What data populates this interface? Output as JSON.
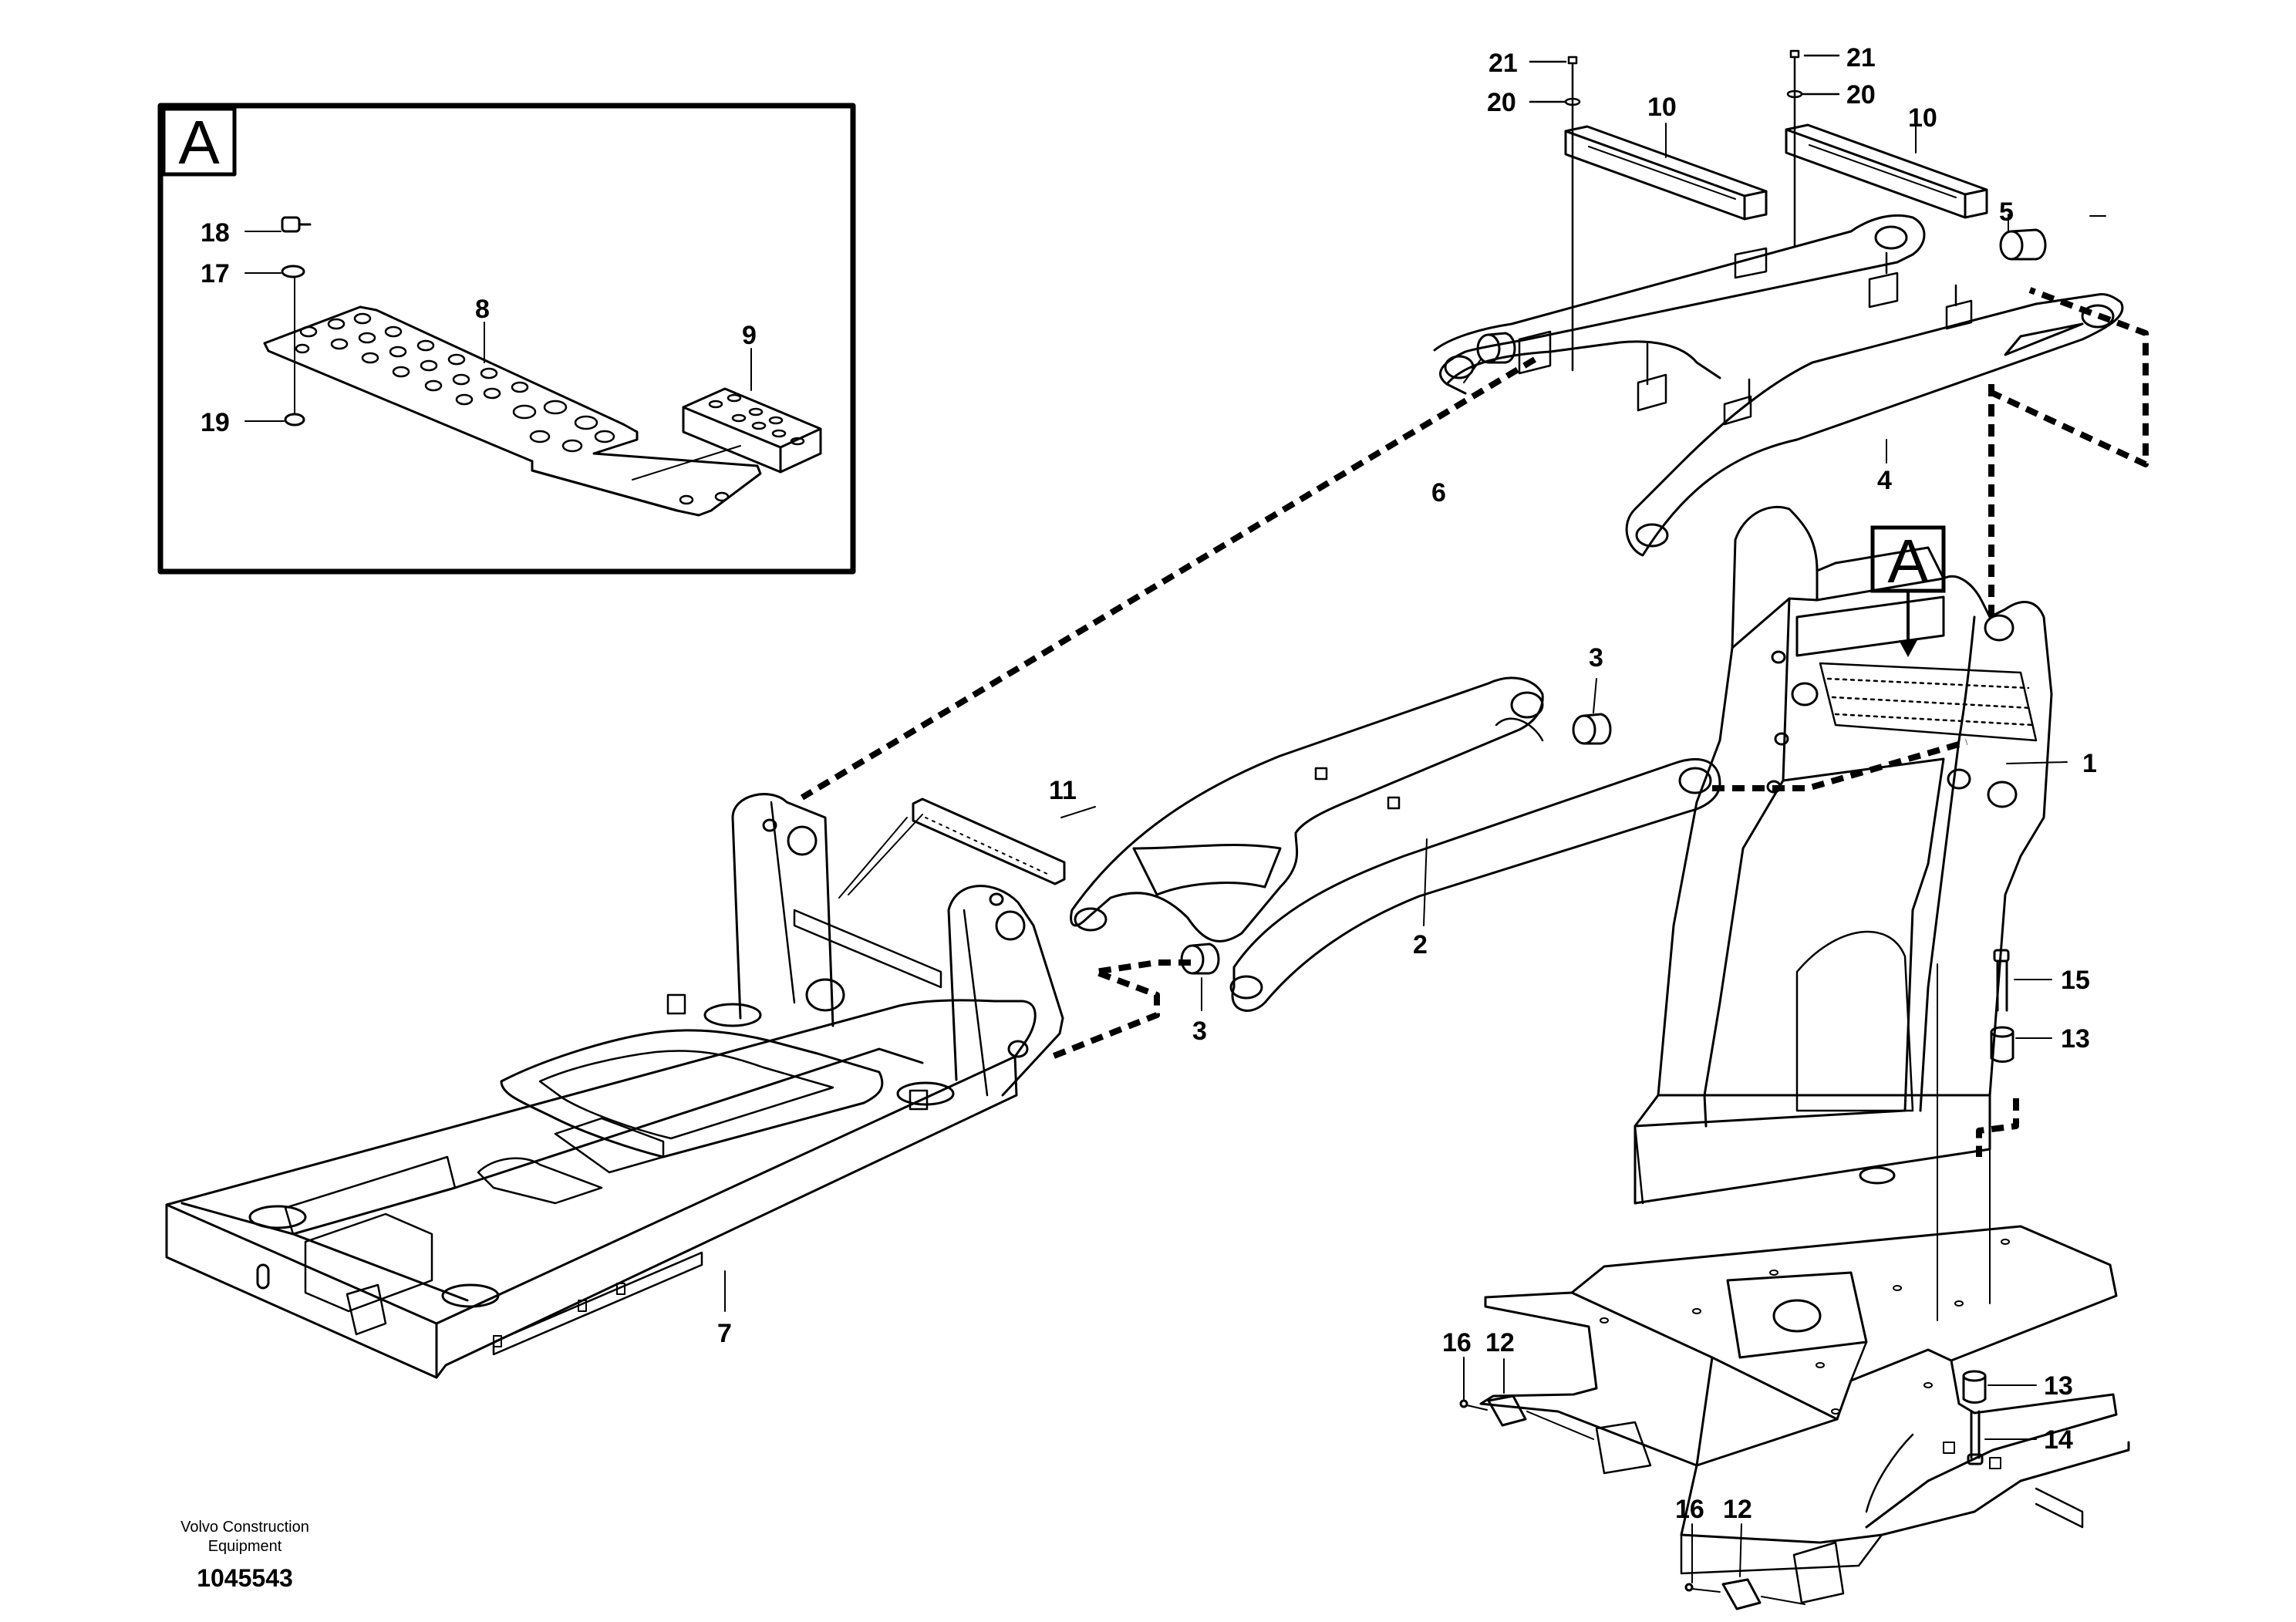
{
  "callouts": {
    "c1": "1",
    "c2": "2",
    "c3a": "3",
    "c3b": "3",
    "c4": "4",
    "c5": "5",
    "c6": "6",
    "c7": "7",
    "c8": "8",
    "c9": "9",
    "c10a": "10",
    "c10b": "10",
    "c11": "11",
    "c12a": "12",
    "c12b": "12",
    "c13a": "13",
    "c13b": "13",
    "c14": "14",
    "c15": "15",
    "c16a": "16",
    "c16b": "16",
    "c17": "17",
    "c18": "18",
    "c19": "19",
    "c20a": "20",
    "c20b": "20",
    "c21a": "21",
    "c21b": "21"
  },
  "detail_box": {
    "label": "A"
  },
  "detail_marker": {
    "label": "A"
  },
  "footer": {
    "maker_line1": "Volvo Construction",
    "maker_line2": "Equipment",
    "document_number": "1045543"
  }
}
